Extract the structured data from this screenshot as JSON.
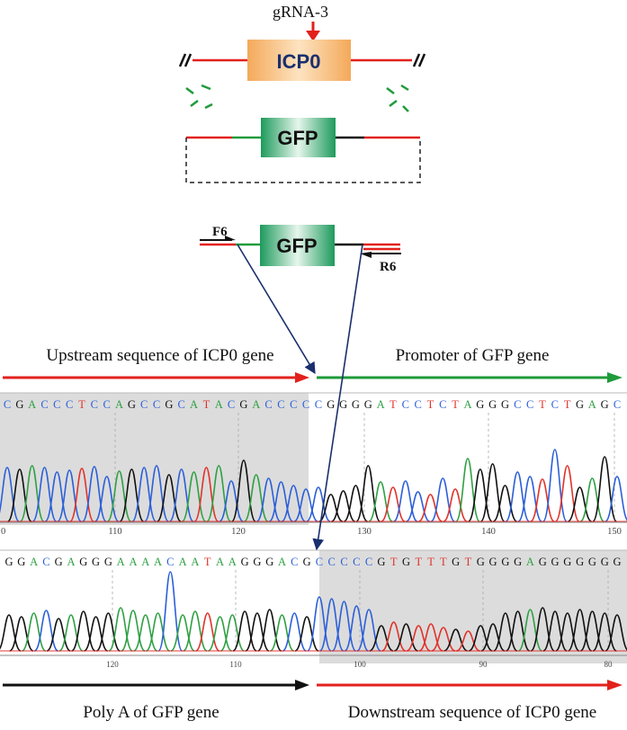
{
  "labels": {
    "grna": "gRNA-3",
    "icp0_box": "ICP0",
    "gfp_box_donor": "GFP",
    "gfp_box_integrated": "GFP",
    "primer_f": "F6",
    "primer_r": "R6",
    "upstream": "Upstream sequence of ICP0 gene",
    "promoter": "Promoter of GFP gene",
    "polya": "Poly A of GFP gene",
    "downstream": "Downstream sequence of ICP0 gene"
  },
  "trace1": {
    "sequence": "CGACCCTCCAGCCGCATACGACCCCCGGGGATCCTCTAGGGCCTCTGAGC",
    "ticks": [
      "110",
      "120",
      "130",
      "140",
      "150"
    ],
    "edge_tick": "0"
  },
  "trace2": {
    "sequence": "GGACGAGGGAAAACAATAAGGGACGCCCCCGTGTTTGTGGGGAGGGGGGG",
    "ticks": [
      "120",
      "110",
      "100",
      "90",
      "80"
    ]
  },
  "colors": {
    "A": "#2ea043",
    "C": "#2b5fd9",
    "G": "#111111",
    "T": "#e0332b",
    "red_line": "#e2211c",
    "green_line": "#1f9b3a",
    "navy": "#1a2f6e",
    "icp0_fill": "#f6b46c",
    "gfp_fill": "#2ea368",
    "shade": "#dcdcdc"
  }
}
